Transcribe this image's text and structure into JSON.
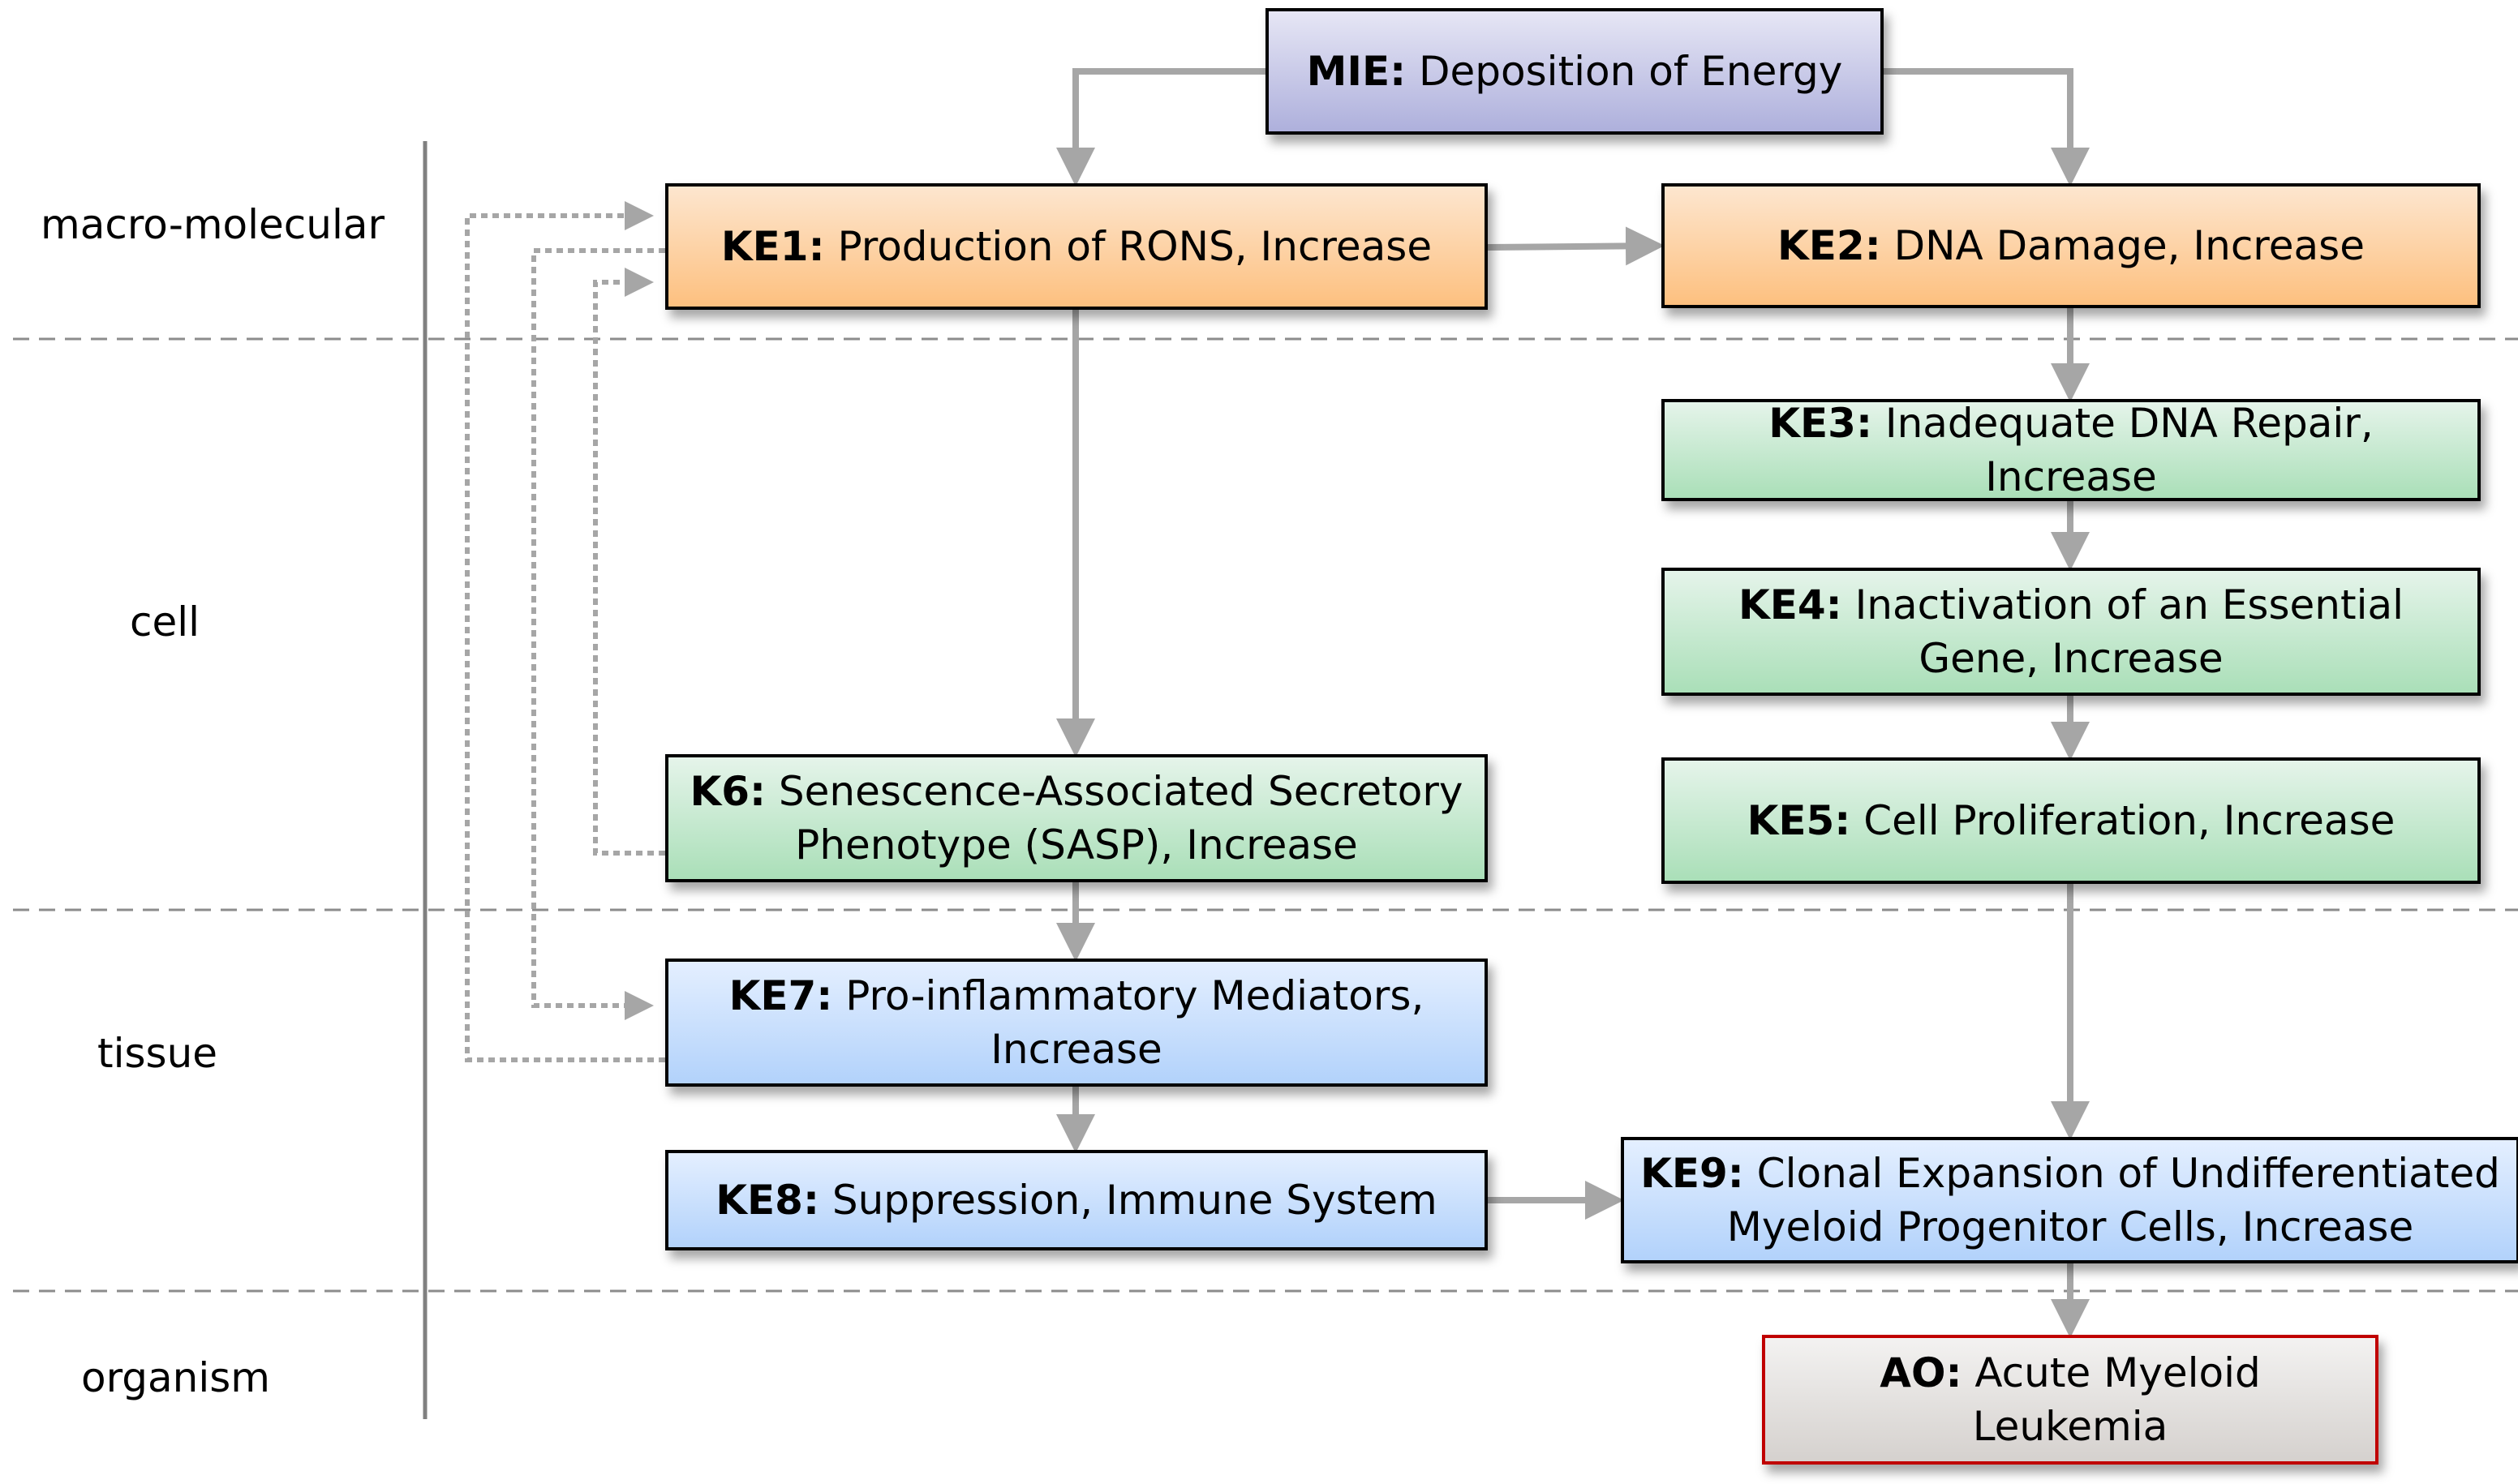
{
  "diagram": {
    "title": "Adverse Outcome Pathway: Deposition of Energy leading to Acute Myeloid Leukemia",
    "levels": [
      {
        "key": "macro",
        "label": "macro-molecular"
      },
      {
        "key": "cell",
        "label": "cell"
      },
      {
        "key": "tissue",
        "label": "tissue"
      },
      {
        "key": "organism",
        "label": "organism"
      }
    ],
    "nodes": {
      "mie": {
        "id": "MIE:",
        "text": "Deposition of Energy",
        "color": "#aeb0dc"
      },
      "ke1": {
        "id": "KE1:",
        "text": "Production of RONS, Increase",
        "color": "#fdc07f"
      },
      "ke2": {
        "id": "KE2:",
        "text": "DNA Damage, Increase",
        "color": "#fdc07f"
      },
      "ke3": {
        "id": "KE3:",
        "text": "Inadequate DNA Repair, Increase",
        "color": "#aadfb8"
      },
      "ke4": {
        "id": "KE4:",
        "text": "Inactivation of an Essential Gene, Increase",
        "color": "#aadfb8"
      },
      "ke5": {
        "id": "KE5:",
        "text": "Cell Proliferation, Increase",
        "color": "#aadfb8"
      },
      "k6": {
        "id": "K6:",
        "text": "Senescence-Associated Secretory Phenotype (SASP), Increase",
        "color": "#aadfb8"
      },
      "ke7": {
        "id": "KE7:",
        "text": "Pro-inflammatory Mediators, Increase",
        "color": "#b2d2fb"
      },
      "ke8": {
        "id": "KE8:",
        "text": "Suppression, Immune System",
        "color": "#b2d2fb"
      },
      "ke9": {
        "id": "KE9:",
        "text": "Clonal Expansion of Undifferentiated Myeloid Progenitor Cells, Increase",
        "color": "#b2d2fb"
      },
      "ao": {
        "id": "AO:",
        "text": "Acute Myeloid Leukemia",
        "color": "#d5d1ce",
        "border": "#c00000"
      }
    },
    "edges": [
      {
        "from": "MIE",
        "to": "KE1",
        "style": "solid"
      },
      {
        "from": "MIE",
        "to": "KE2",
        "style": "solid"
      },
      {
        "from": "KE1",
        "to": "KE2",
        "style": "solid"
      },
      {
        "from": "KE1",
        "to": "K6",
        "style": "solid"
      },
      {
        "from": "KE2",
        "to": "KE3",
        "style": "solid"
      },
      {
        "from": "KE3",
        "to": "KE4",
        "style": "solid"
      },
      {
        "from": "KE4",
        "to": "KE5",
        "style": "solid"
      },
      {
        "from": "KE5",
        "to": "KE9",
        "style": "solid"
      },
      {
        "from": "K6",
        "to": "KE7",
        "style": "solid"
      },
      {
        "from": "KE7",
        "to": "KE8",
        "style": "solid"
      },
      {
        "from": "KE8",
        "to": "KE9",
        "style": "solid"
      },
      {
        "from": "KE9",
        "to": "AO",
        "style": "solid"
      },
      {
        "from": "KE7",
        "to": "KE1",
        "style": "dotted"
      },
      {
        "from": "KE1",
        "to": "KE7",
        "style": "dotted"
      },
      {
        "from": "K6",
        "to": "KE1",
        "style": "dotted"
      }
    ],
    "colors": {
      "arrow": "#a6a6a6",
      "divider": "#8c8c8c",
      "axis": "#808080"
    }
  }
}
